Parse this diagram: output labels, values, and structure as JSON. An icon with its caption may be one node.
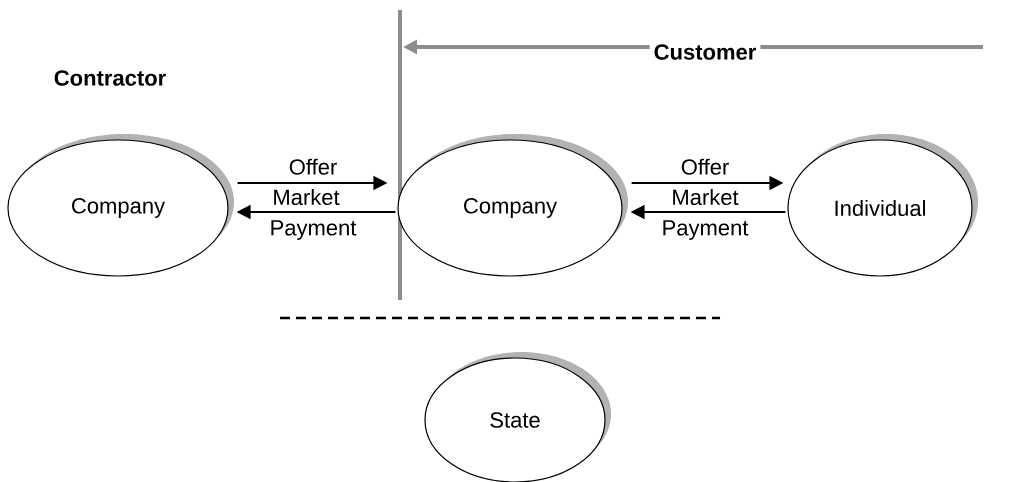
{
  "diagram": {
    "nodes": [
      {
        "text": [
          "Company"
        ]
      },
      {
        "text": [
          "Company"
        ]
      },
      {
        "text": [
          "Individual"
        ]
      },
      {
        "text": [
          "State"
        ]
      }
    ],
    "edges": [
      {
        "from": 0,
        "to": 1,
        "arrow": "to",
        "label": "Offer"
      },
      {
        "from": 1,
        "to": 0,
        "arrow": "to",
        "label": "Payment"
      },
      {
        "from": 1,
        "to": 2,
        "arrow": "to",
        "label": "Offer"
      },
      {
        "from": 2,
        "to": 1,
        "arrow": "to",
        "label": "Payment"
      }
    ],
    "labels": [
      "Contractor",
      "Customer",
      "Market",
      "Market"
    ]
  }
}
